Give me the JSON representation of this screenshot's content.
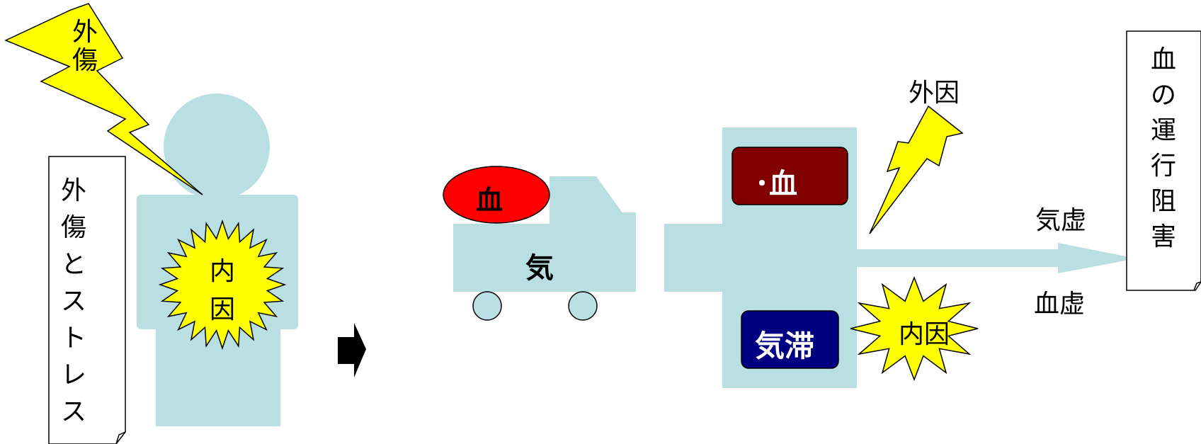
{
  "labels": {
    "trauma_bolt": [
      "外",
      "傷"
    ],
    "trauma_stress_note": [
      "外",
      "傷",
      "と",
      "ス",
      "ト",
      "レ",
      "ス"
    ],
    "internal_cause_body": [
      "内",
      "因"
    ],
    "blood_oval": "血",
    "qi_truck": "気",
    "stasis_box": "･血",
    "qi_stagnation_box": "気滞",
    "external_cause": "外因",
    "internal_cause_burst": "内因",
    "qi_deficiency": "気虚",
    "blood_deficiency": "血虚",
    "blood_obstruction_note": [
      "血",
      "の",
      "運",
      "行",
      "阻",
      "害"
    ]
  },
  "colors": {
    "body": "#b9dfe3",
    "bolt": "#ffff00",
    "blood_oval": "#ff0000",
    "stasis_box": "#800000",
    "qi_stagnation_box": "#000080",
    "arrow": "#000000"
  }
}
